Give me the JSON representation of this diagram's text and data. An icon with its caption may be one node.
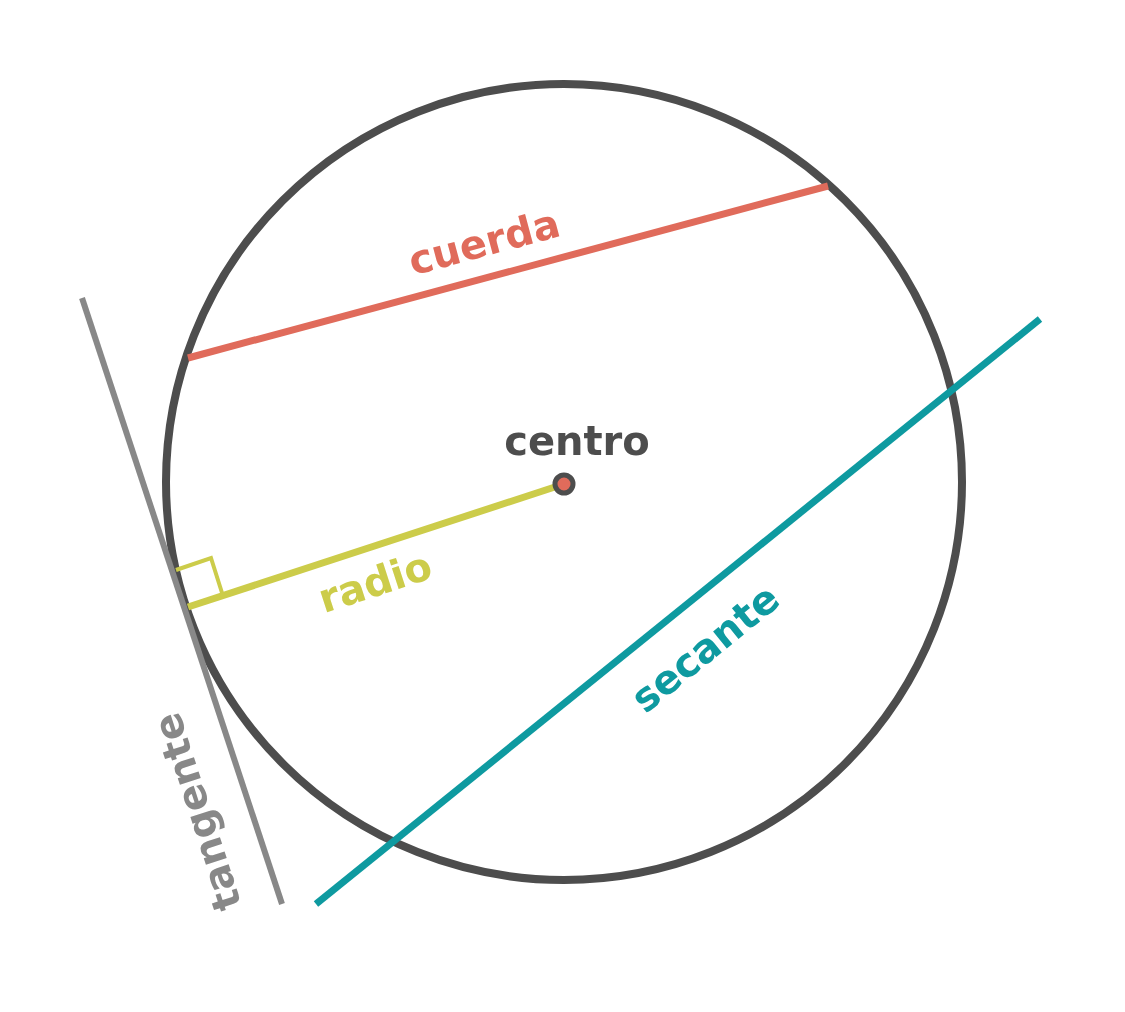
{
  "diagram": {
    "labels": [
      "cuerda",
      "centro",
      "radio",
      "secante",
      "tangente"
    ]
  }
}
